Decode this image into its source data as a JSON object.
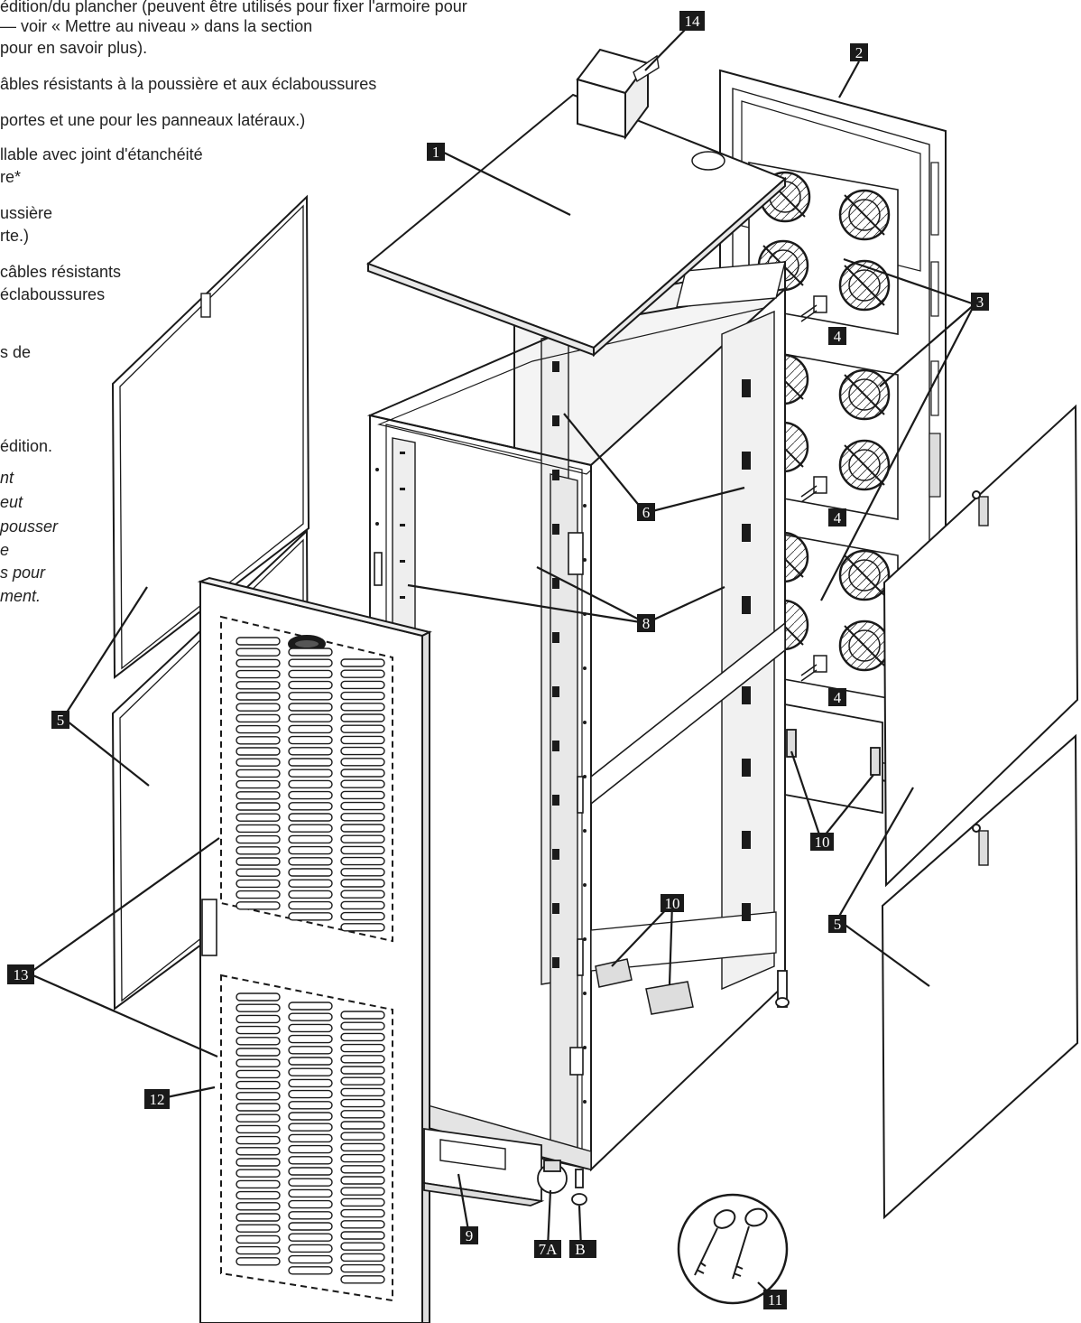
{
  "notes": [
    {
      "text": "édition/du plancher (peuvent être utilisés pour fixer l'armoire pour"
    },
    {
      "text": "— voir « Mettre au niveau » dans la section"
    },
    {
      "text": "pour en savoir plus)."
    },
    {
      "text": "âbles résistants à la poussière et aux éclaboussures"
    },
    {
      "text": "portes et une pour les panneaux latéraux.)"
    },
    {
      "text": "llable avec joint d'étanchéité"
    },
    {
      "text": "re*"
    },
    {
      "text": "ussière"
    },
    {
      "text": "rte.)"
    },
    {
      "text": "câbles résistants"
    },
    {
      "text": "éclaboussures"
    },
    {
      "text": "s de"
    },
    {
      "text": "édition."
    },
    {
      "text": "nt"
    },
    {
      "text": "eut"
    },
    {
      "text": "pousser"
    },
    {
      "text": "e"
    },
    {
      "text": "s pour"
    },
    {
      "text": "ment."
    }
  ],
  "callouts": [
    "1",
    "2",
    "3",
    "4",
    "4",
    "4",
    "5",
    "5",
    "6",
    "7A",
    "B",
    "8",
    "9",
    "10",
    "10",
    "12",
    "13",
    "11",
    "14"
  ],
  "colors": {
    "line": "#1a1a1a",
    "label_bg": "#1a1a1a",
    "label_text": "#ffffff",
    "panel": "#ffffff",
    "shade": "#e6e6e6"
  }
}
